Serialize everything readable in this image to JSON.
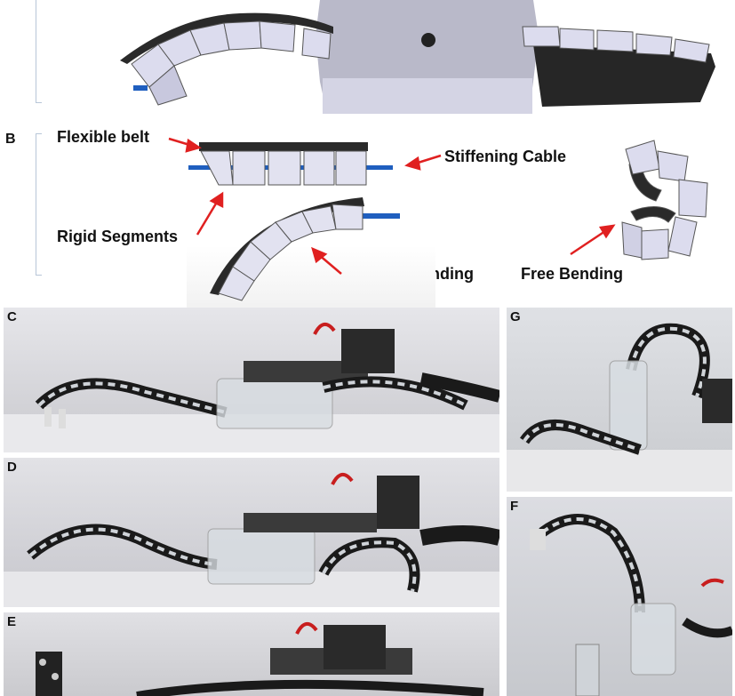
{
  "panels": {
    "A": "",
    "B": "B",
    "C": "C",
    "D": "D",
    "E": "E",
    "F": "F",
    "G": "G"
  },
  "labels": {
    "flexible_belt": "Flexible belt",
    "stiffening_cable": "Stiffening Cable",
    "rigid_segments": "Rigid Segments",
    "limited_bending": "Limited Bending",
    "free_bending": "Free Bending"
  },
  "colors": {
    "arrow": "#e02020",
    "belt": "#2b2b2b",
    "segment": "#dcdcec",
    "cable": "#1f5fbf",
    "body": "#b8b8c8"
  }
}
